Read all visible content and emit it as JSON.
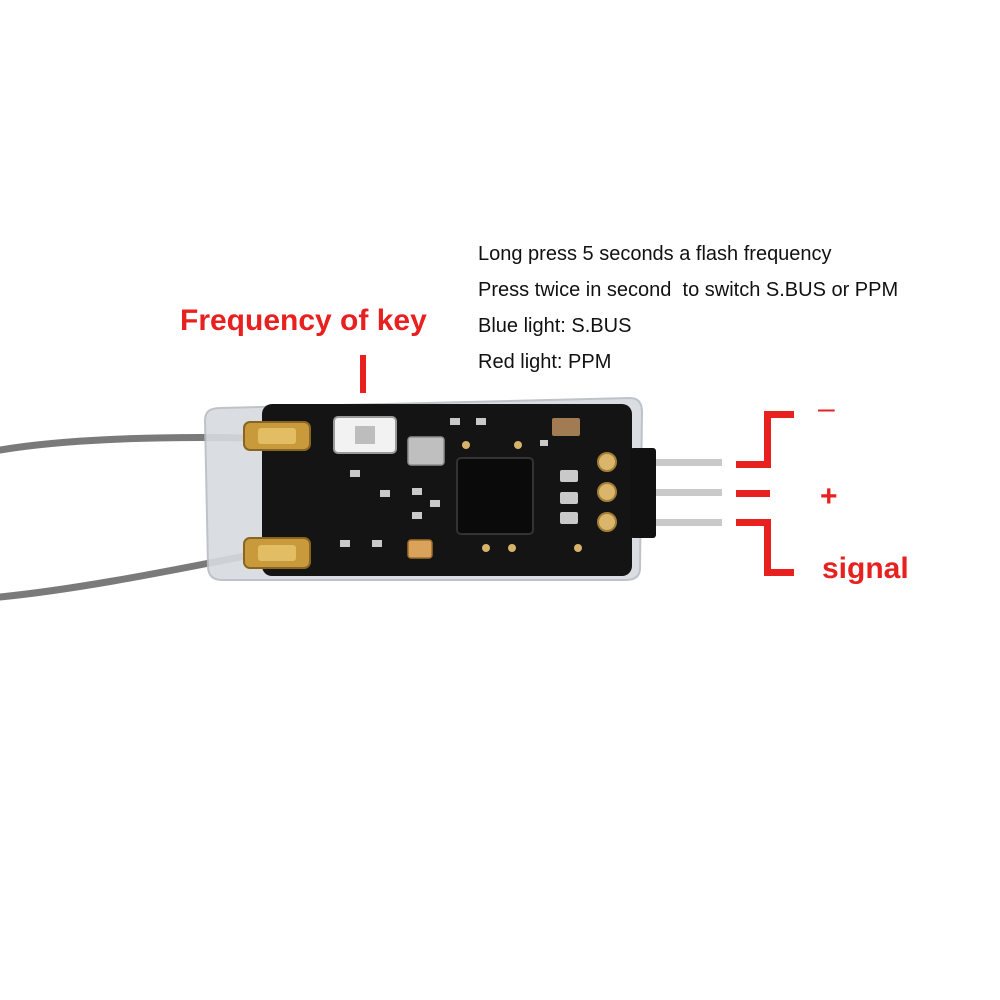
{
  "instructions": [
    "Long press 5 seconds a flash frequency",
    "Press twice in second  to switch S.BUS or PPM",
    "Blue light: S.BUS",
    "Red light: PPM"
  ],
  "callouts": {
    "key_label": "Frequency of key",
    "pin_minus": "–",
    "pin_plus": "+",
    "pin_signal": "signal"
  },
  "colors": {
    "callout": "#e8201f",
    "text": "#111111",
    "pcb": "#141414",
    "antenna_wire": "#7a7a7a",
    "shrink_wrap": "#cfd2d6",
    "pins": "#c9c9c9"
  }
}
